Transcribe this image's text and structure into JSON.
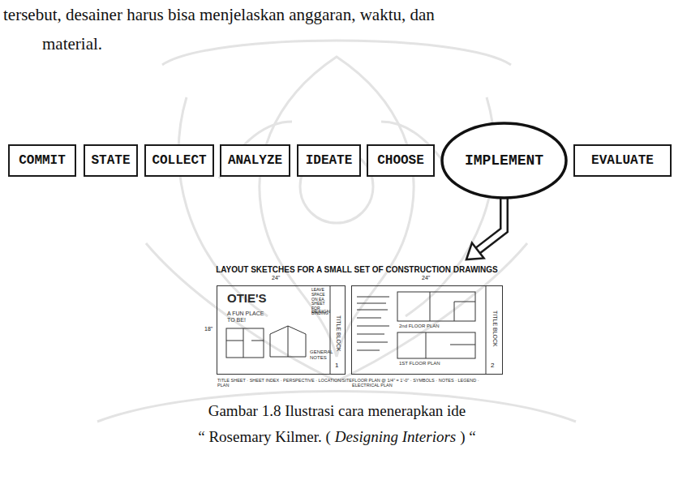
{
  "diagram": {
    "caption": "Gambar 1.8 Ilustrasi cara menerapkan ide",
    "nodes": [
      {
        "text": [
          "COMMIT"
        ]
      },
      {
        "text": [
          "STATE"
        ]
      },
      {
        "text": [
          "COLLECT"
        ]
      },
      {
        "text": [
          "ANALYZE"
        ]
      },
      {
        "text": [
          "IDEATE"
        ]
      },
      {
        "text": [
          "CHOOSE"
        ]
      },
      {
        "text": [
          "IMPLEMENT"
        ]
      },
      {
        "text": [
          "EVALUATE"
        ]
      },
      {
        "text": [
          "LAYOUT SKETCHES FOR A SMALL SET OF CONSTRUCTION DRAWINGS"
        ]
      },
      {
        "text": [
          "OTIE'S",
          "A FUN PLACE TO BE!",
          "DESIGN",
          "GENERAL NOTES",
          "TITLE BLOCK",
          "TITLE SHEET · SHEET INDEX · PERSPECTIVE · LOCATION/SITE PLAN"
        ],
        "in": 8
      },
      {
        "text": [
          "2nd FLOOR PLAN",
          "1ST FLOOR PLAN",
          "TITLE BLOCK",
          "FLOOR PLAN @ 1/4\" = 1'-0\" · SYMBOLS · NOTES · LEGEND · ELECTRICAL PLAN"
        ],
        "in": 8
      }
    ],
    "edges": [
      {
        "from": 6,
        "to": 8,
        "arrow": "to"
      }
    ],
    "labels": [
      "tersebut, desainer harus bisa menjelaskan anggaran, waktu, dan",
      "material.",
      "24\"",
      "24\"",
      "18\"",
      "LEAVE SPACE ON EA. SHEET FOR BINDING",
      "“ Rosemary Kilmer. (",
      "Designing Interiors",
      ") “",
      "1",
      "2"
    ]
  }
}
